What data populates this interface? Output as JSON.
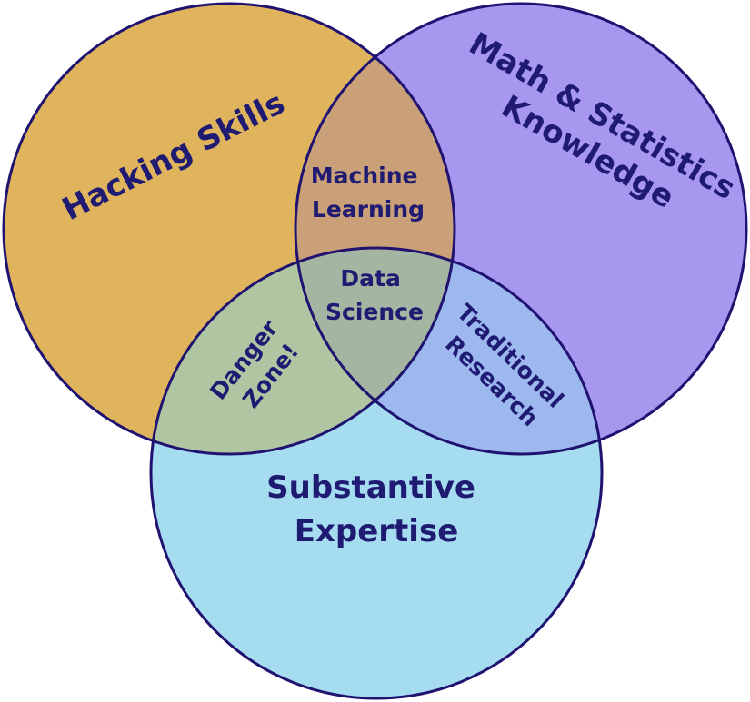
{
  "diagram": {
    "type": "venn",
    "circles": {
      "hacking": {
        "label_lines": [
          "Hacking Skills"
        ],
        "fill": "#e0b45c"
      },
      "math": {
        "label_lines": [
          "Math & Statistics",
          "Knowledge"
        ],
        "fill": "#a897ef"
      },
      "substantive": {
        "label_lines": [
          "Substantive",
          "Expertise"
        ],
        "fill": "#a6dcf0"
      }
    },
    "overlaps": {
      "machine_learning": {
        "label_lines": [
          "Machine",
          "Learning"
        ]
      },
      "data_science": {
        "label_lines": [
          "Data",
          "Science"
        ]
      },
      "danger_zone": {
        "label_lines": [
          "Danger",
          "Zone!"
        ]
      },
      "traditional_research": {
        "label_lines": [
          "Traditional",
          "Research"
        ]
      }
    },
    "colors": {
      "outline": "#1f1270",
      "text": "#1f1a72",
      "machine_learning_overlap": "#c9a077",
      "danger_zone_overlap": "#b0c6a3",
      "traditional_research_overlap": "#9db8ee",
      "data_science_overlap": "#a4b5a2"
    }
  }
}
